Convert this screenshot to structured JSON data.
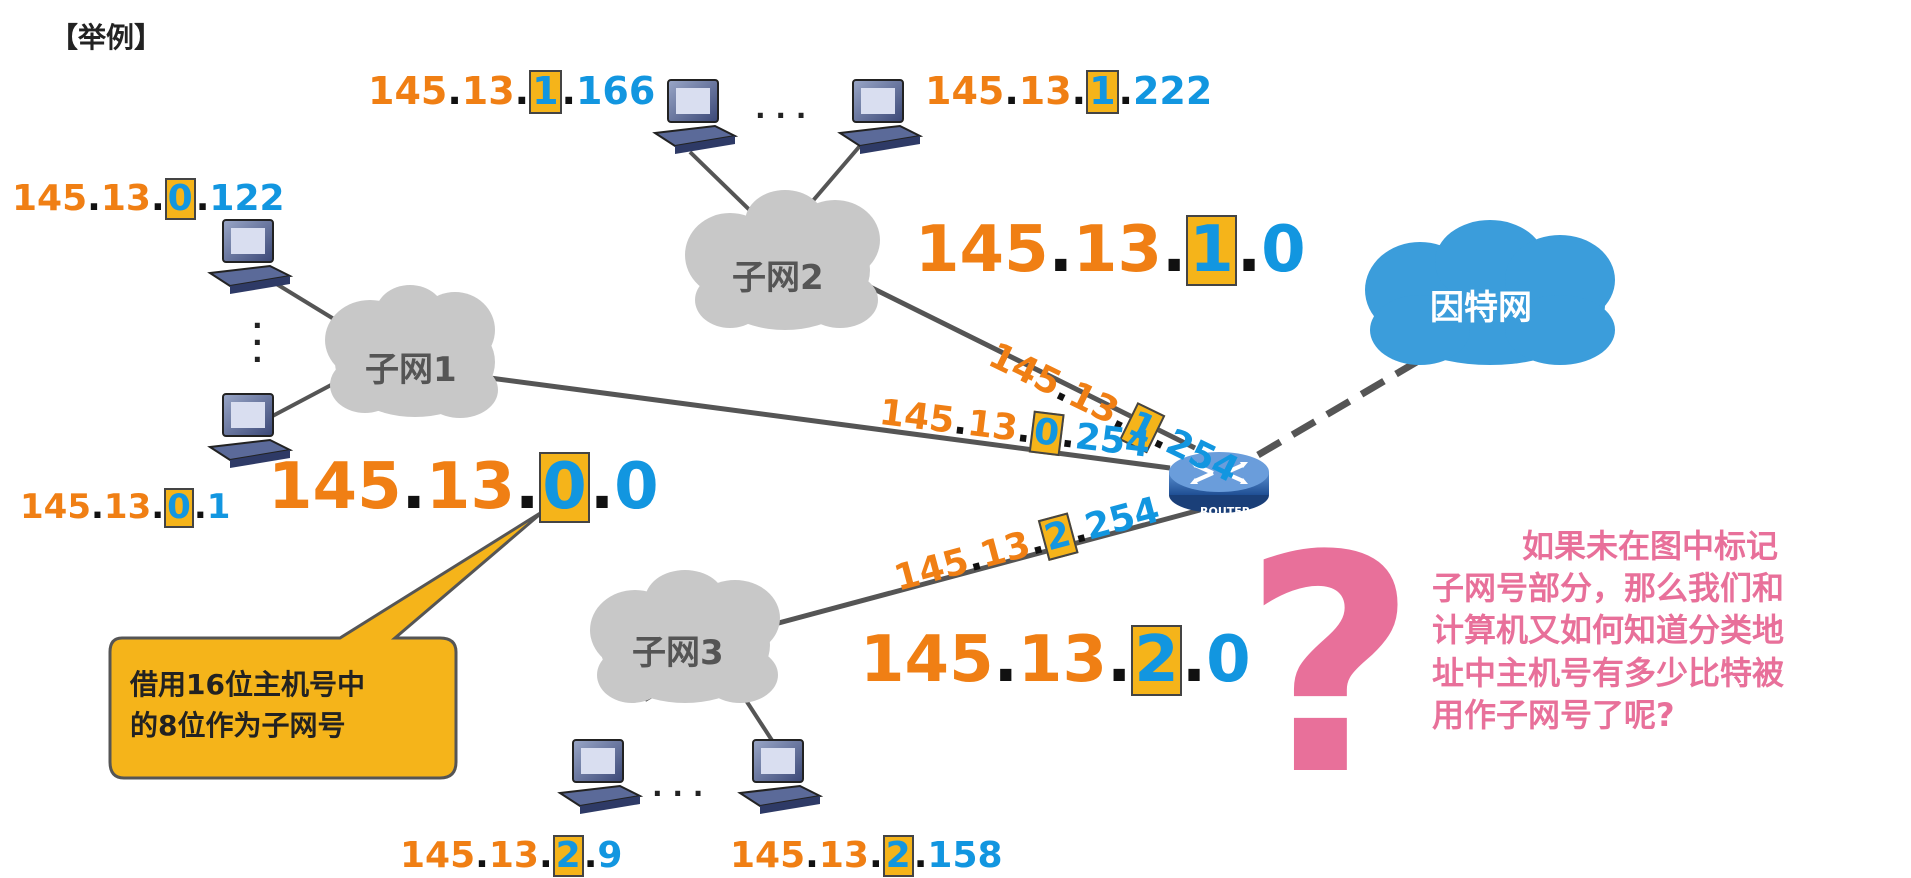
{
  "title": "【举例】",
  "clouds": {
    "subnet1": "子网1",
    "subnet2": "子网2",
    "subnet3": "子网3",
    "internet": "因特网"
  },
  "router_label": "ROUTER",
  "colors": {
    "network": "#f07f14",
    "subnet_box": "#f5b41a",
    "host": "#1296e0",
    "question": "#e8709a",
    "cloud_gray": "#c8c8c8",
    "cloud_blue": "#3b9ddb"
  },
  "addresses": {
    "pc_s2_left": {
      "a": "145",
      "b": "13",
      "s": "1",
      "h": "166"
    },
    "pc_s2_right": {
      "a": "145",
      "b": "13",
      "s": "1",
      "h": "222"
    },
    "pc_s1_top": {
      "a": "145",
      "b": "13",
      "s": "0",
      "h": "122"
    },
    "pc_s1_bot": {
      "a": "145",
      "b": "13",
      "s": "0",
      "h": "1"
    },
    "net_s1": {
      "a": "145",
      "b": "13",
      "s": "0",
      "h": "0"
    },
    "net_s2": {
      "a": "145",
      "b": "13",
      "s": "1",
      "h": "0"
    },
    "net_s3": {
      "a": "145",
      "b": "13",
      "s": "2",
      "h": "0"
    },
    "r_s1": {
      "a": "145",
      "b": "13",
      "s": "0",
      "h": "254"
    },
    "r_s2": {
      "a": "145",
      "b": "13",
      "s": "1",
      "h": "254"
    },
    "r_s3": {
      "a": "145",
      "b": "13",
      "s": "2",
      "h": "254"
    },
    "pc_s3_left": {
      "a": "145",
      "b": "13",
      "s": "2",
      "h": "9"
    },
    "pc_s3_right": {
      "a": "145",
      "b": "13",
      "s": "2",
      "h": "158"
    }
  },
  "ellipsis": {
    "s2": ". . .",
    "s3": ". . .",
    "s1": "·\n·\n·"
  },
  "callout": {
    "line1": "借用16位主机号中",
    "line2": "的8位作为子网号"
  },
  "question": {
    "line1": "如果未在图中标记",
    "line2": "子网号部分，那么我们和",
    "line3": "计算机又如何知道分类地",
    "line4": "址中主机号有多少比特被",
    "line5": "用作子网号了呢?"
  },
  "question_mark": "?"
}
